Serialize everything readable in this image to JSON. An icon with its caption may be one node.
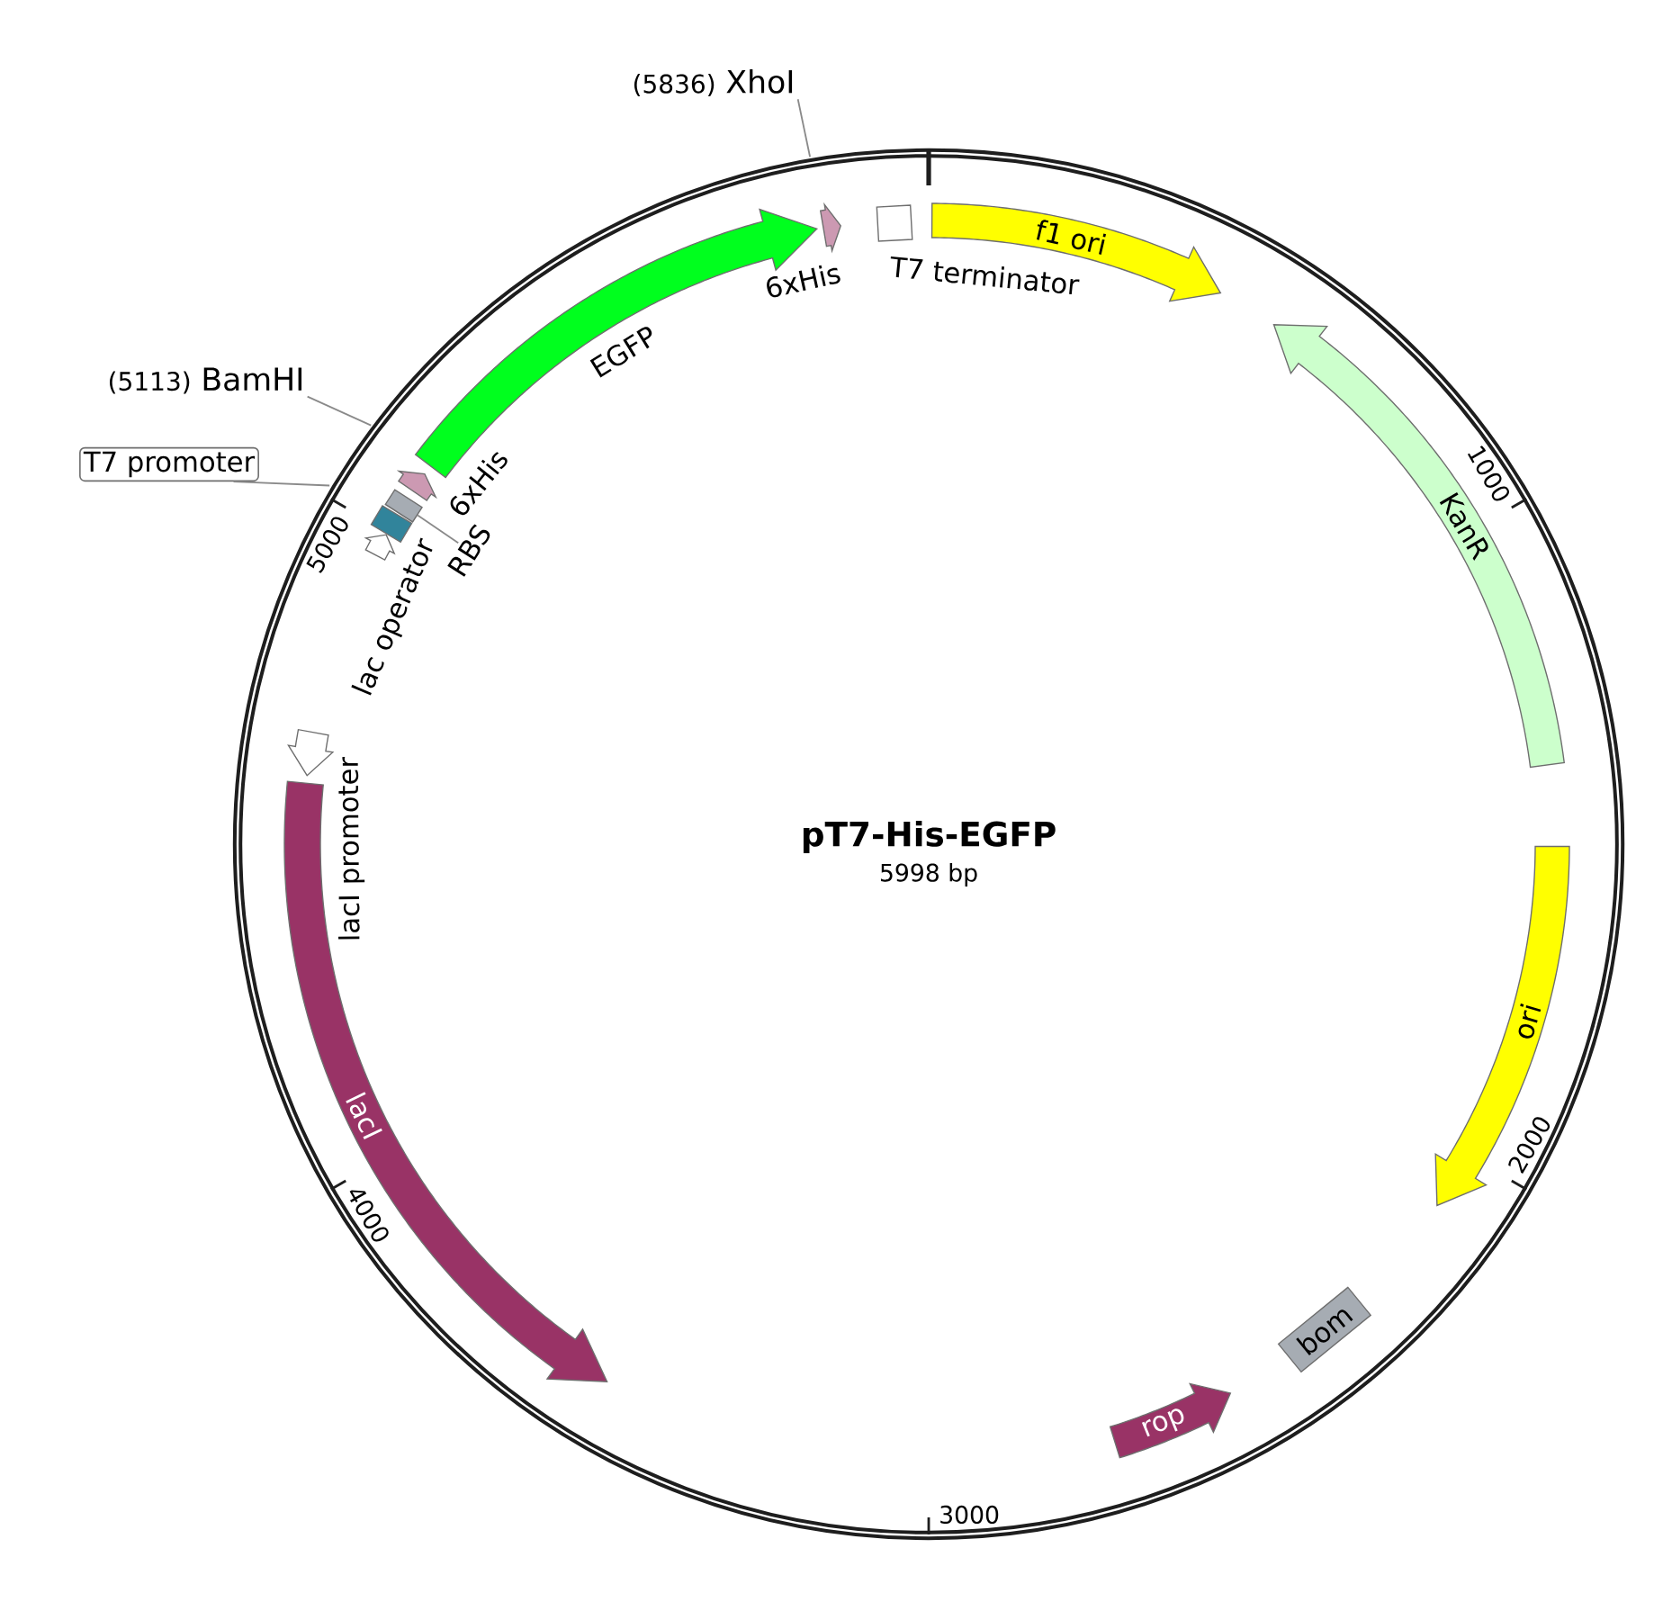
{
  "diagram": {
    "title": "pT7-His-EGFP",
    "nodes": [
      {
        "text": [
          "(5836)",
          "XhoI"
        ]
      },
      {
        "text": [],
        "shape": "arrow",
        "beside": [
          "6xHis"
        ]
      },
      {
        "text": [],
        "shape": "box",
        "beside": [
          "T7 terminator"
        ]
      },
      {
        "text": [
          "f1 ori"
        ]
      },
      {
        "text": [],
        "shape": "arrow",
        "beside": [
          "EGFP"
        ]
      },
      {
        "text": [
          "KanR"
        ]
      },
      {
        "text": [
          "(5113)",
          "BamHI"
        ]
      },
      {
        "text": [
          "T7 promoter"
        ]
      },
      {
        "text": [],
        "shape": "arrow",
        "beside": [
          "6xHis"
        ]
      },
      {
        "text": [],
        "shape": "box"
      },
      {
        "text": [
          "RBS"
        ]
      },
      {
        "text": [],
        "shape": "box",
        "beside": [
          "lac operator"
        ]
      },
      {
        "text": [],
        "shape": "arrow"
      },
      {
        "text": [],
        "shape": "arrow",
        "beside": [
          "lacI promoter"
        ]
      },
      {
        "text": [
          "lacI"
        ]
      },
      {
        "text": [
          "ori"
        ]
      },
      {
        "text": [
          "bom"
        ]
      },
      {
        "text": [
          "rop"
        ]
      }
    ],
    "edges": [
      {
        "from": 0,
        "to": null,
        "arrow": "none"
      },
      {
        "from": 6,
        "to": null,
        "arrow": "none"
      },
      {
        "from": 7,
        "to": null,
        "arrow": "none"
      },
      {
        "from": 10,
        "to": 9,
        "arrow": "none"
      }
    ],
    "labels": [
      "1000",
      "2000",
      "3000",
      "4000",
      "5000",
      "5998 bp"
    ]
  }
}
